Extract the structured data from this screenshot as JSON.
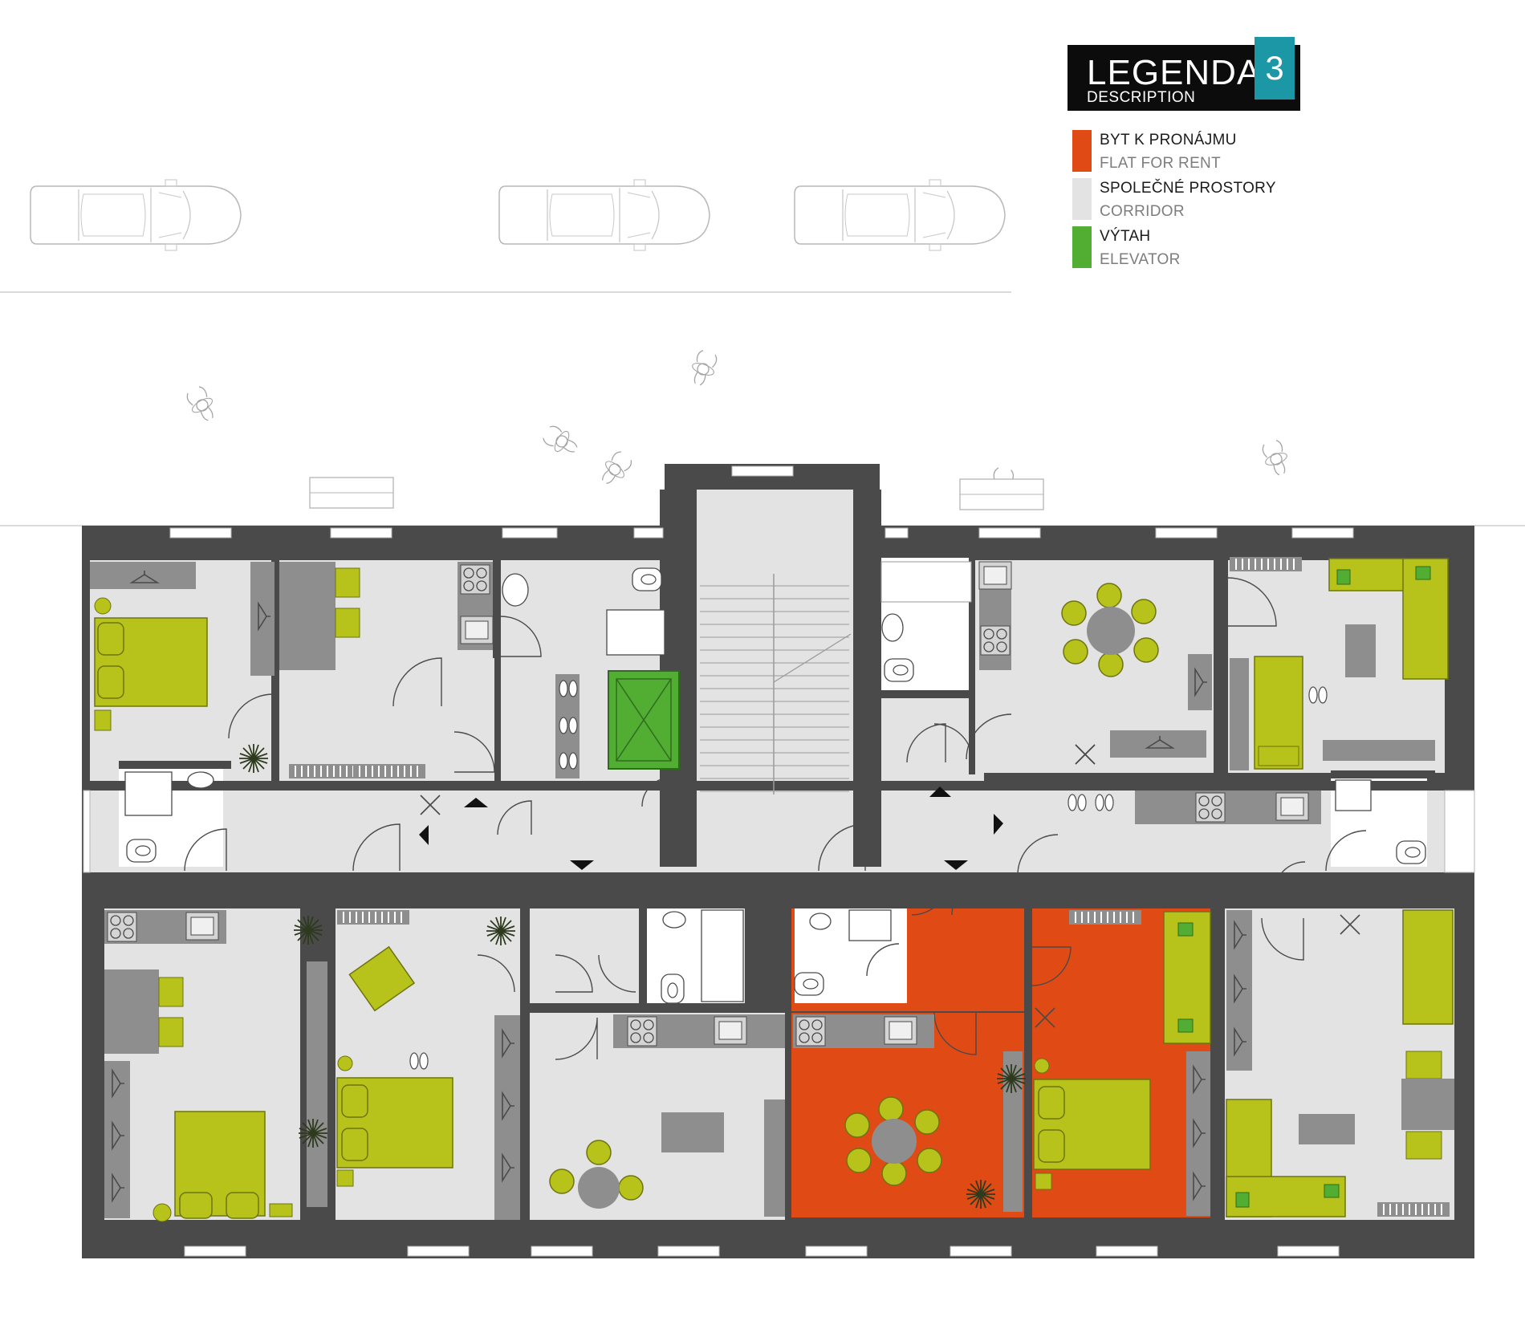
{
  "legend": {
    "title": "LEGENDA",
    "subtitle": "DESCRIPTION",
    "floor_number": "3",
    "accent_color": "#1b97a6",
    "items": [
      {
        "label": "BYT K PRONÁJMU",
        "sublabel": "FLAT FOR RENT",
        "color": "#e04a14"
      },
      {
        "label": "SPOLEČNÉ PROSTORY",
        "sublabel": "CORRIDOR",
        "color": "#e3e3e3"
      },
      {
        "label": "VÝTAH",
        "sublabel": "ELEVATOR",
        "color": "#52ae32"
      }
    ]
  },
  "plan": {
    "colors": {
      "wall": "#4a4a4a",
      "floor": "#e3e3e3",
      "flat_for_rent": "#e04a14",
      "elevator": "#52ae32",
      "furniture": "#b7c21b",
      "fixtures": "#8e8e8e"
    },
    "highlighted_flat": "flat for rent",
    "icons": [
      "car-icon",
      "pedestrian-icon",
      "bench-icon",
      "bed-icon",
      "sofa-icon",
      "dining-table-icon",
      "plant-icon",
      "kitchen-counter-icon",
      "toilet-icon",
      "sink-icon",
      "shower-icon",
      "bathtub-icon",
      "staircase-icon",
      "elevator-icon",
      "door-icon",
      "window-icon",
      "direction-arrow-icon"
    ]
  }
}
